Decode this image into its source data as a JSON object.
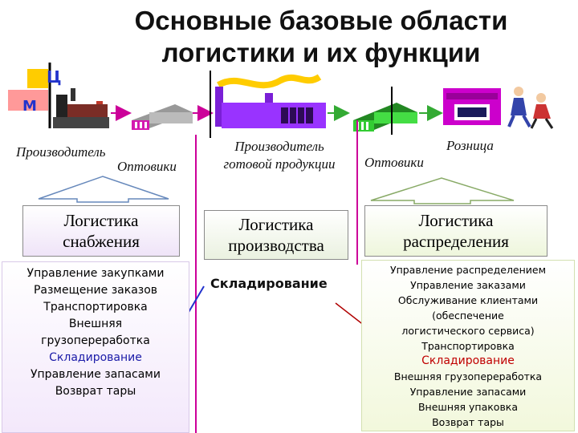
{
  "title": {
    "line1": "Основные базовые области",
    "line2": "логистики и их функции"
  },
  "icons": {
    "ch": "Ц",
    "m": "М"
  },
  "chain": {
    "producer": "Производитель",
    "wholesalers_left": "Оптовики",
    "finished_producer": "Производитель готовой продукции",
    "wholesalers_right": "Оптовики",
    "retail": "Розница"
  },
  "areas": {
    "supply": "Логистика снабжения",
    "production": "Логистика производства",
    "distribution": "Логистика распределения"
  },
  "supply_functions": [
    "Управление закупками",
    "Размещение заказов",
    "Транспортировка",
    "Внешняя",
    "грузопереработка",
    "Складирование",
    "Управление запасами",
    "Возврат тары"
  ],
  "production_functions": [
    "Складирование"
  ],
  "distribution_functions": [
    "Управление распределением",
    "Управление заказами",
    "Обслуживание клиентами",
    "(обеспечение",
    "логистического сервиса)",
    "Транспортировка",
    "Складирование",
    "Внешняя грузопереработка",
    "Управление запасами",
    "Внешняя упаковка",
    "Возврат тары"
  ],
  "colors": {
    "magenta_line": "#cc0099",
    "green_line": "#33aa33",
    "factory_purple": "#9933ff",
    "warehouse_green": "#33cc33",
    "supply_highlight": "#1a1aa8",
    "distribution_highlight": "#c00000",
    "supply_bg": "#f3e8fb",
    "distribution_bg": "#f2f8dc"
  }
}
